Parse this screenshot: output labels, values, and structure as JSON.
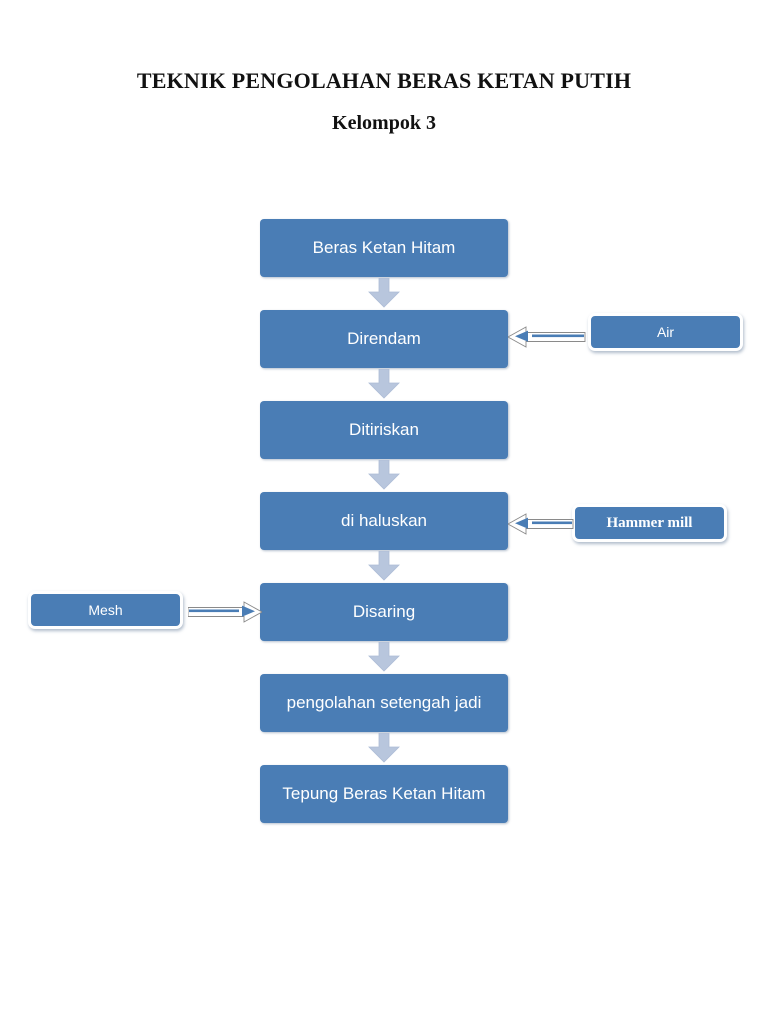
{
  "document": {
    "title": "TEKNIK PENGOLAHAN BERAS KETAN PUTIH",
    "subtitle": "Kelompok 3"
  },
  "colors": {
    "box_fill": "#4a7db5",
    "box_text": "#ffffff",
    "down_arrow_fill": "#b8c6dd",
    "down_arrow_stroke": "#a9b9d2",
    "connector_line": "#4a7db5",
    "connector_outline": "#7f7f7f",
    "page_background": "#ffffff",
    "title_text": "#111111"
  },
  "flowchart": {
    "type": "process-flow",
    "orientation": "vertical",
    "steps": [
      {
        "id": "step-1",
        "label": "Beras Ketan Hitam"
      },
      {
        "id": "step-2",
        "label": "Direndam"
      },
      {
        "id": "step-3",
        "label": "Ditiriskan"
      },
      {
        "id": "step-4",
        "label": "di haluskan"
      },
      {
        "id": "step-5",
        "label": "Disaring"
      },
      {
        "id": "step-6",
        "label": "pengolahan setengah jadi"
      },
      {
        "id": "step-7",
        "label": "Tepung Beras Ketan Hitam"
      }
    ],
    "inputs": [
      {
        "id": "input-air",
        "label": "Air",
        "target": "Direndam",
        "side": "right",
        "arrow": "arrow-left-icon"
      },
      {
        "id": "input-hammer-mill",
        "label": "Hammer mill",
        "target": "di haluskan",
        "side": "right",
        "arrow": "arrow-left-icon"
      },
      {
        "id": "input-mesh",
        "label": "Mesh",
        "target": "Disaring",
        "side": "left",
        "arrow": "arrow-right-icon"
      }
    ],
    "connectors": [
      {
        "from": "Beras Ketan Hitam",
        "to": "Direndam",
        "icon": "arrow-down-icon"
      },
      {
        "from": "Direndam",
        "to": "Ditiriskan",
        "icon": "arrow-down-icon"
      },
      {
        "from": "Ditiriskan",
        "to": "di haluskan",
        "icon": "arrow-down-icon"
      },
      {
        "from": "di haluskan",
        "to": "Disaring",
        "icon": "arrow-down-icon"
      },
      {
        "from": "Disaring",
        "to": "pengolahan setengah jadi",
        "icon": "arrow-down-icon"
      },
      {
        "from": "pengolahan setengah jadi",
        "to": "Tepung Beras Ketan Hitam",
        "icon": "arrow-down-icon"
      }
    ]
  }
}
